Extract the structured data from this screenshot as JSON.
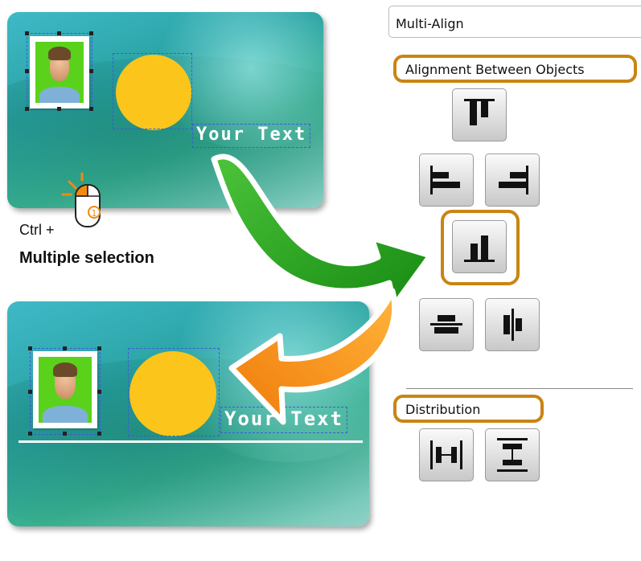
{
  "panel": {
    "dropdown_value": "Multi-Align",
    "alignment_section_label": "Alignment Between Objects",
    "distribution_section_label": "Distribution",
    "align_buttons": [
      {
        "icon": "align-top-icon"
      },
      {
        "icon": "align-left-icon"
      },
      {
        "icon": "align-right-icon"
      },
      {
        "icon": "align-bottom-icon",
        "highlighted": true
      },
      {
        "icon": "align-vertical-center-icon"
      },
      {
        "icon": "align-horizontal-center-icon"
      }
    ],
    "distribution_buttons": [
      {
        "icon": "distribute-horizontal-icon"
      },
      {
        "icon": "distribute-vertical-icon"
      }
    ]
  },
  "card_before": {
    "text": "Your Text"
  },
  "card_after": {
    "text": "Your Text"
  },
  "annotation": {
    "ctrl_label": "Ctrl +",
    "click_number": "1",
    "multiple_selection_label": "Multiple selection"
  },
  "colors": {
    "highlight": "#c98512",
    "arrow_green": "#22a01c",
    "arrow_orange": "#f3900f",
    "circle": "#fcc51c",
    "photo_background": "#5ad21c"
  }
}
